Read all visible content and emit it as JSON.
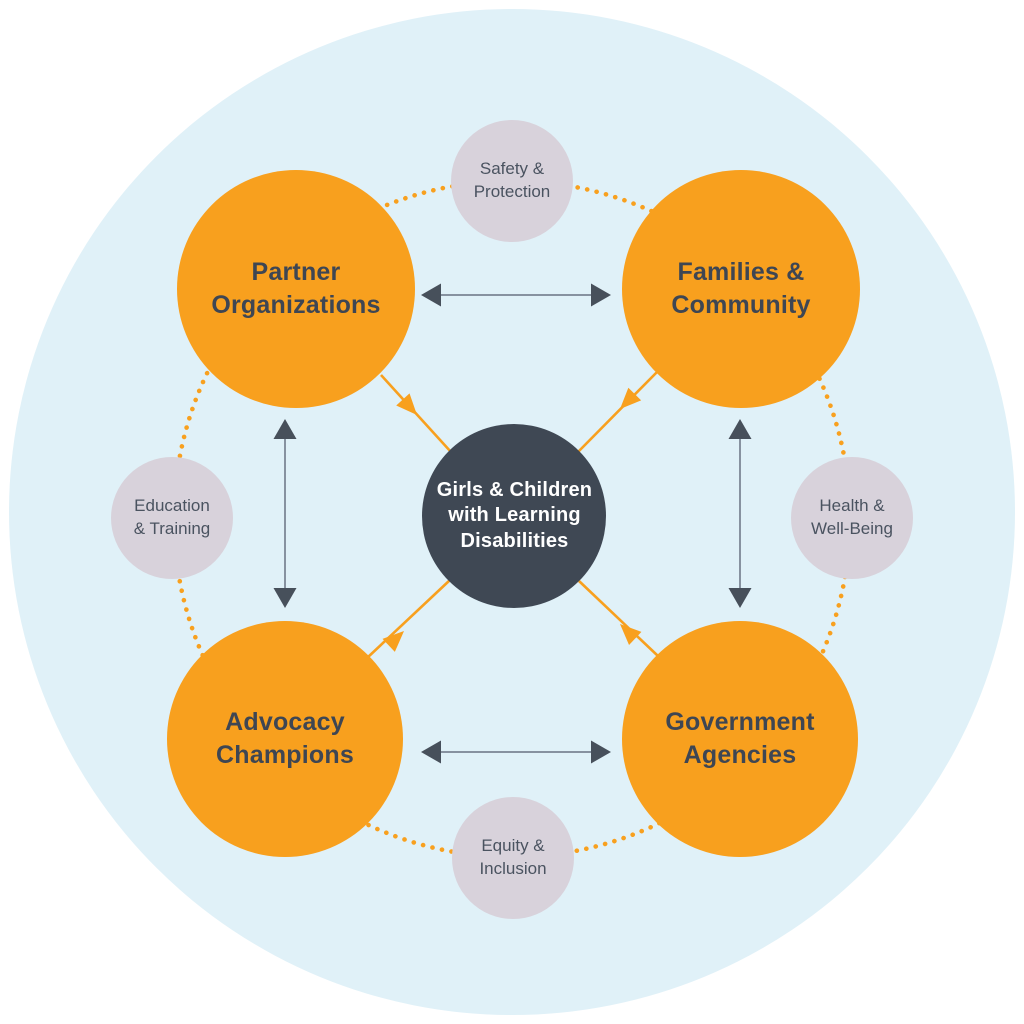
{
  "diagram": {
    "center": {
      "label": "Girls & Children\nwith Learning\nDisabilities"
    },
    "stakeholders": {
      "partner": {
        "label": "Partner\nOrganizations"
      },
      "families": {
        "label": "Families &\nCommunity"
      },
      "advocacy": {
        "label": "Advocacy\nChampions"
      },
      "government": {
        "label": "Government\nAgencies"
      }
    },
    "themes": {
      "safety": {
        "label": "Safety &\nProtection"
      },
      "education": {
        "label": "Education\n& Training"
      },
      "health": {
        "label": "Health &\nWell-Being"
      },
      "equity": {
        "label": "Equity &\nInclusion"
      }
    },
    "colors": {
      "background_circle": "#e0f1f8",
      "stakeholder_circle": "#f8a01e",
      "theme_circle": "#d8d2db",
      "center_circle": "#3f4854",
      "dotted_ring": "#f8a01e",
      "arrow_head_gray": "#47505b",
      "arrow_line_gray": "#8792a0",
      "text_dark": "#3e4653",
      "text_light": "#ffffff"
    }
  }
}
